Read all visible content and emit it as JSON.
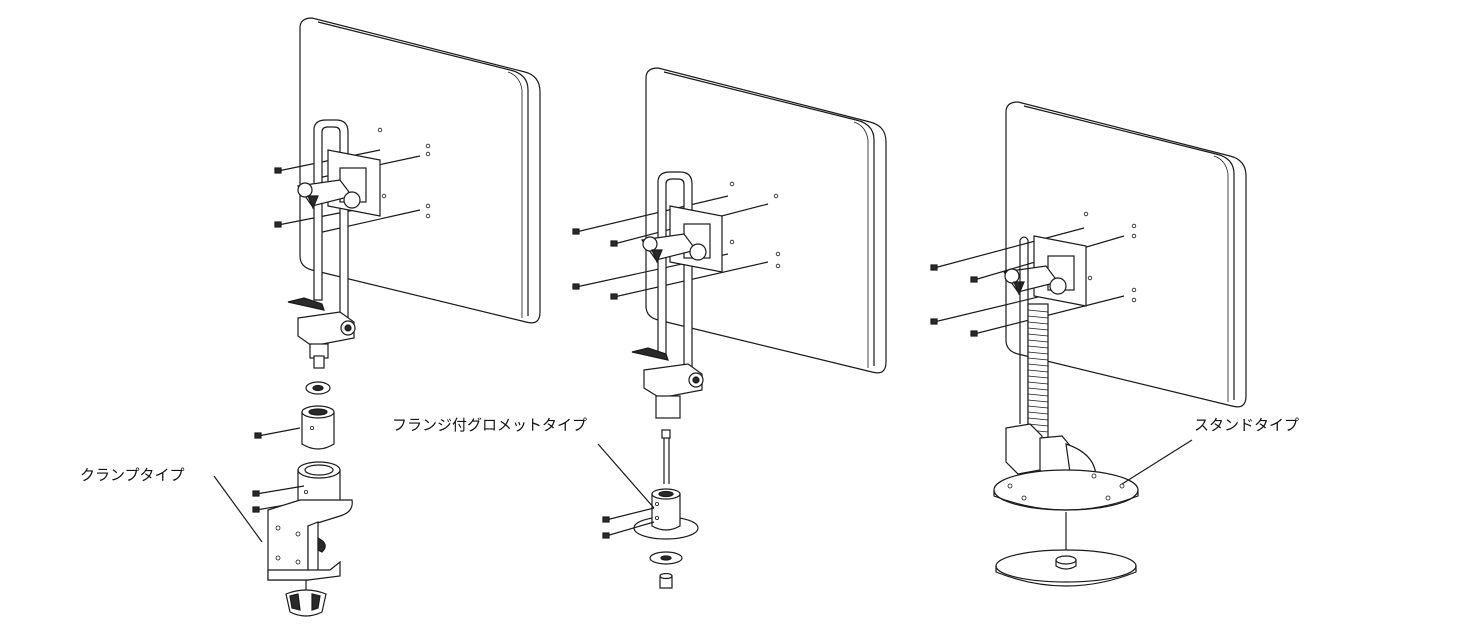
{
  "labels": {
    "clamp": "クランプタイプ",
    "grommet": "フランジ付グロメットタイプ",
    "stand": "スタンドタイプ"
  },
  "colors": {
    "line": "#1a1a1a",
    "background": "#ffffff"
  }
}
